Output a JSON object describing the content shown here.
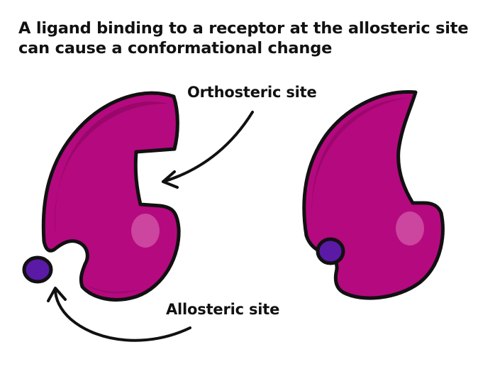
{
  "title": {
    "line1": "A ligand binding to a receptor at the allosteric site",
    "line2": "can cause a conformational change"
  },
  "labels": {
    "orthosteric": "Orthosteric site",
    "allosteric": "Allosteric site"
  },
  "colors": {
    "receptor": "#b5097f",
    "receptor_shade": "#8a0660",
    "ligand": "#5a1aa6",
    "outline": "#111111",
    "highlight": "#d45aa8"
  },
  "icons": {
    "receptor_unbound": "receptor-unbound-icon",
    "receptor_bound": "receptor-bound-icon",
    "ligand": "ligand-icon"
  }
}
